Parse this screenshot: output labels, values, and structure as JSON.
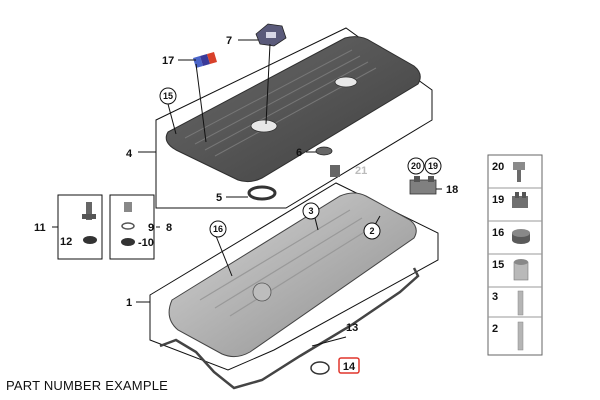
{
  "caption": "PART NUMBER EXAMPLE",
  "colors": {
    "highlight": "#e0352b",
    "part_dark": "#4d4d4d",
    "part_mid": "#8a8a8a",
    "part_light": "#c4c4c4"
  },
  "callouts": {
    "c1": "1",
    "c2": "2",
    "c3": "3",
    "c4": "4",
    "c5": "5",
    "c6": "6",
    "c7": "7",
    "c8": "8",
    "c9": "9",
    "c10": "-10",
    "c11": "11",
    "c12": "12",
    "c13": "13",
    "c14": "14",
    "c15": "15",
    "c16": "16",
    "c17": "17",
    "c18": "18",
    "c19": "19",
    "c20": "20",
    "c21": "21"
  },
  "legend": [
    {
      "num": "20",
      "icon": "bolt-icon"
    },
    {
      "num": "19",
      "icon": "clip-icon"
    },
    {
      "num": "16",
      "icon": "grommet-icon"
    },
    {
      "num": "15",
      "icon": "sleeve-icon"
    },
    {
      "num": "3",
      "icon": "stud-icon"
    },
    {
      "num": "2",
      "icon": "stud-icon"
    }
  ]
}
